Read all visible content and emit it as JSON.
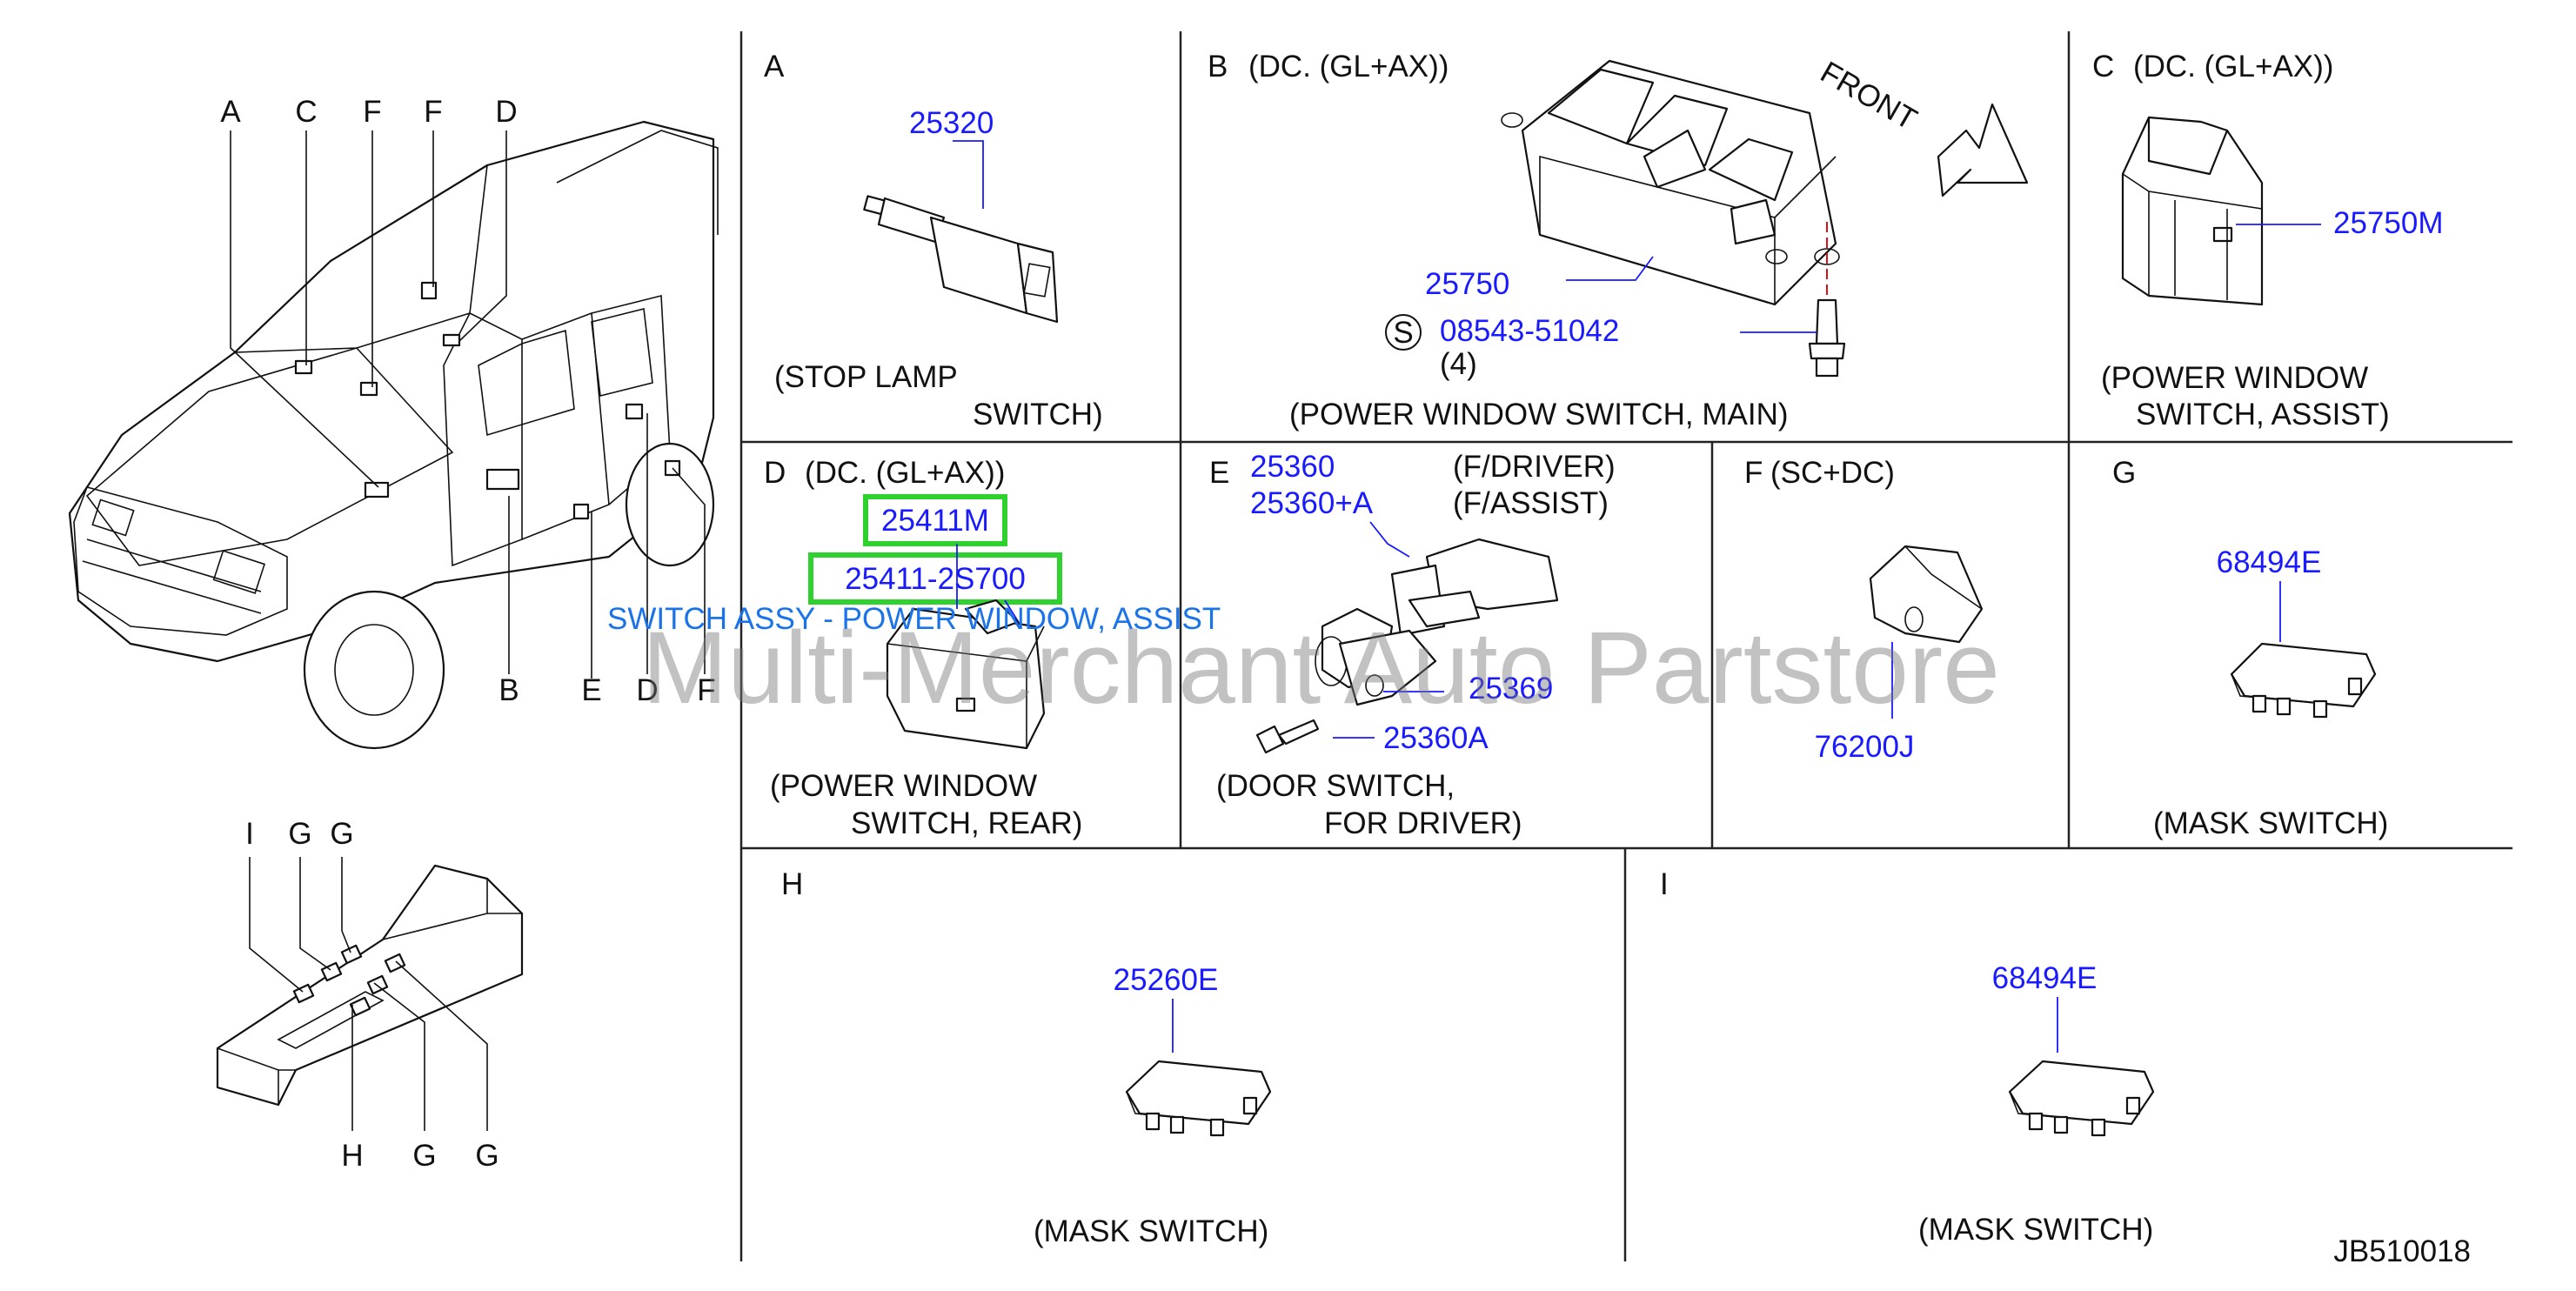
{
  "section_letters": {
    "A": "A",
    "B": "B",
    "C": "C",
    "D": "D",
    "E": "E",
    "F": "F",
    "G": "G",
    "H": "H",
    "I": "I"
  },
  "sections": {
    "A": {
      "spec": "",
      "part": "25320",
      "name_line1": "(STOP   LAMP",
      "name_line2": "SWITCH)"
    },
    "B": {
      "spec": "(DC.   (GL+AX))",
      "part": "25750",
      "screw_symbol": "S",
      "screw_part": "08543-51042",
      "screw_qty": "(4)",
      "front_label": "FRONT",
      "name_line1": "(POWER   WINDOW   SWITCH,   MAIN)"
    },
    "C": {
      "spec": "(DC.   (GL+AX))",
      "part": "25750M",
      "name_line1": "(POWER   WINDOW",
      "name_line2": "SWITCH,   ASSIST)"
    },
    "D": {
      "spec": "(DC.   (GL+AX))",
      "part_1": "25411M",
      "part_2": "25411-2S700",
      "name_line1": "(POWER   WINDOW",
      "name_line2": "SWITCH,   REAR)"
    },
    "E": {
      "part_1": "25360",
      "part_1_note": "(F/DRIVER)",
      "part_2": "25360+A",
      "part_2_note": "(F/ASSIST)",
      "part_3": "25369",
      "part_4": "25360A",
      "name_line1": "(DOOR   SWITCH,",
      "name_line2": "FOR   DRIVER)"
    },
    "F": {
      "spec": "(SC+DC)",
      "part": "76200J"
    },
    "G": {
      "part": "68494E",
      "name_line1": "(MASK   SWITCH)"
    },
    "H": {
      "part": "25260E",
      "name_line1": "(MASK   SWITCH)"
    },
    "I": {
      "part": "68494E",
      "name_line1": "(MASK   SWITCH)"
    }
  },
  "vehicle_callouts": {
    "top": [
      "A",
      "C",
      "F",
      "F",
      "D"
    ],
    "bottom": [
      "B",
      "E",
      "D",
      "F"
    ]
  },
  "console_callouts": {
    "top": [
      "I",
      "G",
      "G"
    ],
    "bottom": [
      "H",
      "G",
      "G"
    ]
  },
  "tooltip": "SWITCH ASSY - POWER WINDOW, ASSIST",
  "watermark": "Multi-Merchant Auto Partstore",
  "diagram_code": "JB510018",
  "colors": {
    "part_number": "#1a1aff",
    "highlight": "#2fd12f",
    "tooltip": "#1a73e8",
    "line": "#111111"
  }
}
